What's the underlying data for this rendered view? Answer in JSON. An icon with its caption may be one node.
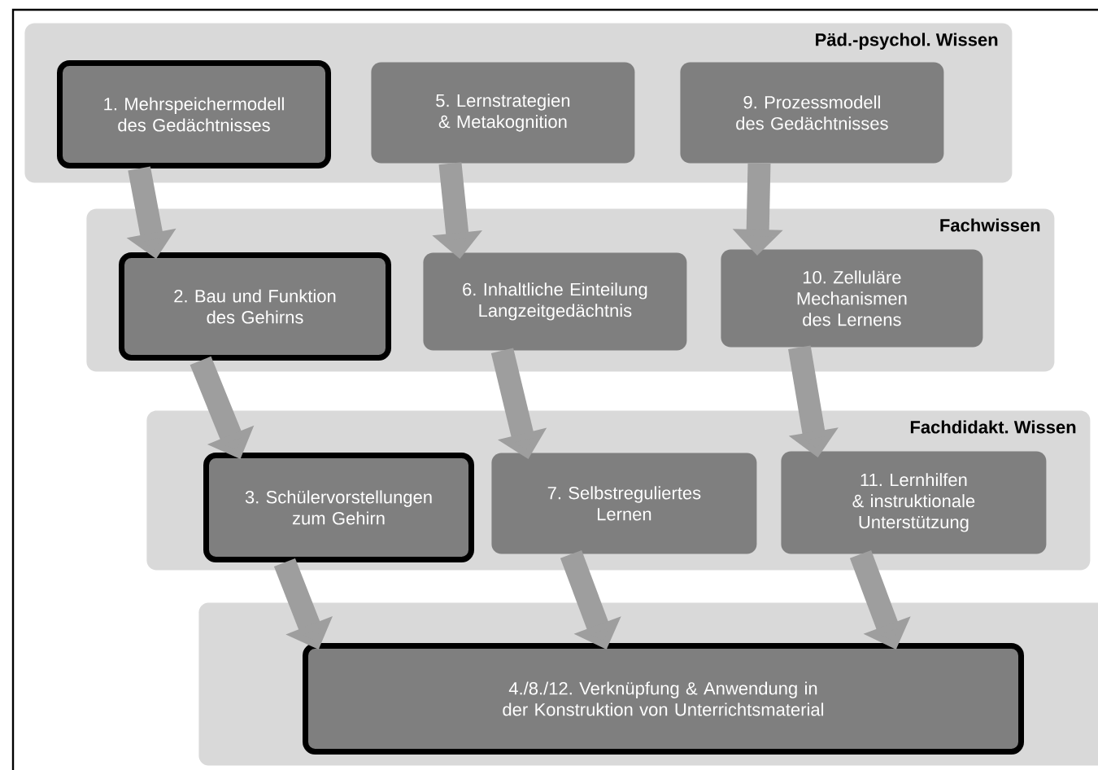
{
  "diagram": {
    "nodes": [
      {
        "text": [
          "Päd.-psychol. Wissen"
        ]
      },
      {
        "text": [
          "1. Mehrspeichermodell des Gedächtnisses"
        ],
        "in": 0
      },
      {
        "text": [
          "5. Lernstrategien & Metakognition"
        ],
        "in": 0
      },
      {
        "text": [
          "9. Prozessmodell des Gedächtnisses"
        ],
        "in": 0
      },
      {
        "text": [
          "Fachwissen"
        ]
      },
      {
        "text": [
          "2. Bau und Funktion des Gehirns"
        ],
        "in": 4
      },
      {
        "text": [
          "6. Inhaltliche Einteilung Langzeitgedächtnis"
        ],
        "in": 4
      },
      {
        "text": [
          "10. Zelluläre Mechanismen des Lernens"
        ],
        "in": 4
      },
      {
        "text": [
          "Fachdidakt. Wissen"
        ]
      },
      {
        "text": [
          "3. Schülervorstellungen zum Gehirn"
        ],
        "in": 8
      },
      {
        "text": [
          "7. Selbstreguliertes Lernen"
        ],
        "in": 8
      },
      {
        "text": [
          "11. Lernhilfen & instruktionale Unterstützung"
        ],
        "in": 8
      },
      {
        "text": [],
        "shape": "box"
      },
      {
        "text": [
          "4./8./12. Verknüpfung & Anwendung in der Konstruktion von Unterrichtsmaterial"
        ],
        "in": 12
      }
    ],
    "edges": [
      {
        "from": 1,
        "to": 5,
        "arrow": "to"
      },
      {
        "from": 2,
        "to": 6,
        "arrow": "to"
      },
      {
        "from": 3,
        "to": 7,
        "arrow": "to"
      },
      {
        "from": 5,
        "to": 9,
        "arrow": "to"
      },
      {
        "from": 6,
        "to": 10,
        "arrow": "to"
      },
      {
        "from": 7,
        "to": 11,
        "arrow": "to"
      },
      {
        "from": 9,
        "to": 13,
        "arrow": "to"
      },
      {
        "from": 10,
        "to": 13,
        "arrow": "to"
      },
      {
        "from": 11,
        "to": 13,
        "arrow": "to"
      }
    ]
  }
}
